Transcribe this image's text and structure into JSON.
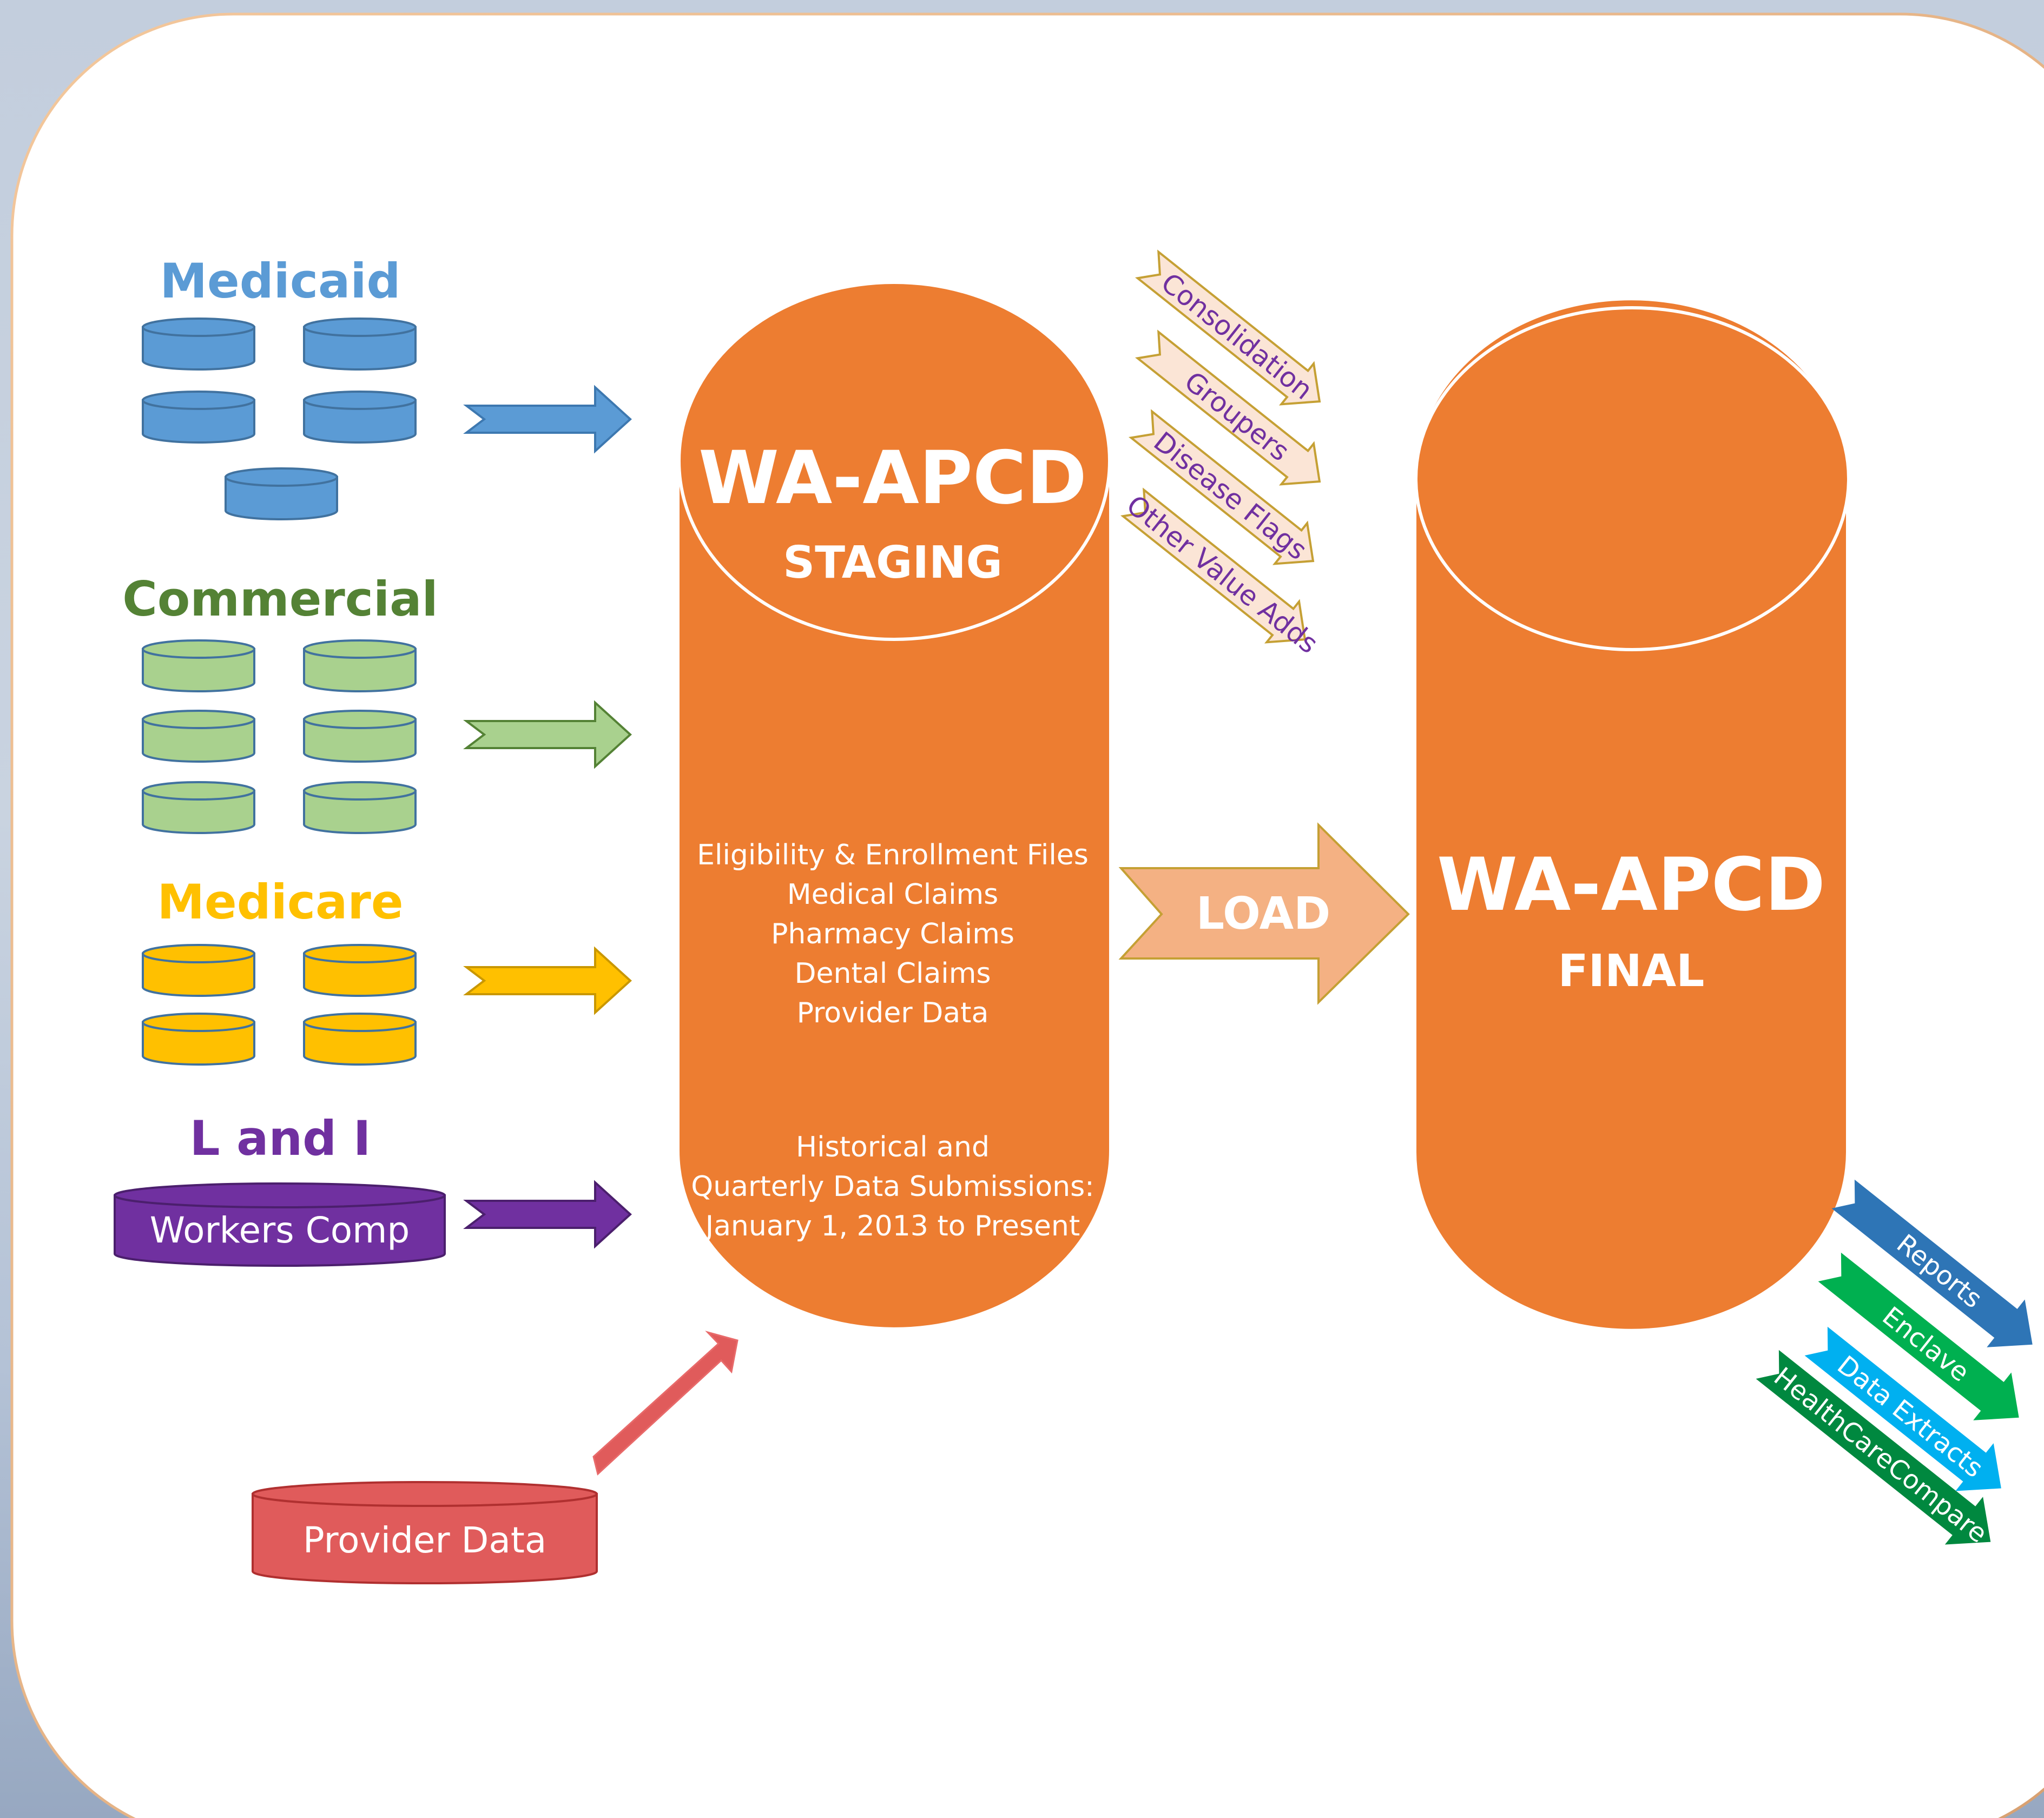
{
  "sources": {
    "medicaid": {
      "label": "Medicaid",
      "color": "#5b9bd5"
    },
    "commercial": {
      "label": "Commercial",
      "color": "#548235"
    },
    "medicare": {
      "label": "Medicare",
      "color": "#ffc000"
    },
    "l_and_i": {
      "label": "L and I",
      "color": "#7030a0",
      "db_label": "Workers Comp"
    },
    "provider": {
      "db_label": "Provider Data",
      "color": "#e05b5b"
    }
  },
  "staging": {
    "title": "WA-APCD",
    "subtitle": "STAGING",
    "contents": [
      "Eligibility & Enrollment Files",
      "Medical Claims",
      "Pharmacy Claims",
      "Dental Claims",
      "Provider Data"
    ],
    "history": [
      "Historical and",
      "Quarterly Data Submissions:",
      "January 1, 2013 to Present"
    ]
  },
  "load_label": "LOAD",
  "final": {
    "title": "WA-APCD",
    "subtitle": "FINAL"
  },
  "value_adds": [
    "Consolidation",
    "Groupers",
    "Disease Flags",
    "Other Value Adds"
  ],
  "outputs": [
    {
      "label": "Reports",
      "color": "#2e75b6"
    },
    {
      "label": "Enclave",
      "color": "#00b050"
    },
    {
      "label": "Data Extracts",
      "color": "#00b0f0"
    },
    {
      "label": "HealthCareCompare",
      "color": "#00883f"
    }
  ],
  "colors": {
    "cylinder": "#ed7d31",
    "load_arrow": "#f4b183",
    "value_add_fill": "#fbe5d6",
    "value_add_text": "#7030a0",
    "commercial_db": "#a9d18e",
    "medicare_db": "#ffc000",
    "medicaid_db": "#5b9bd5"
  }
}
